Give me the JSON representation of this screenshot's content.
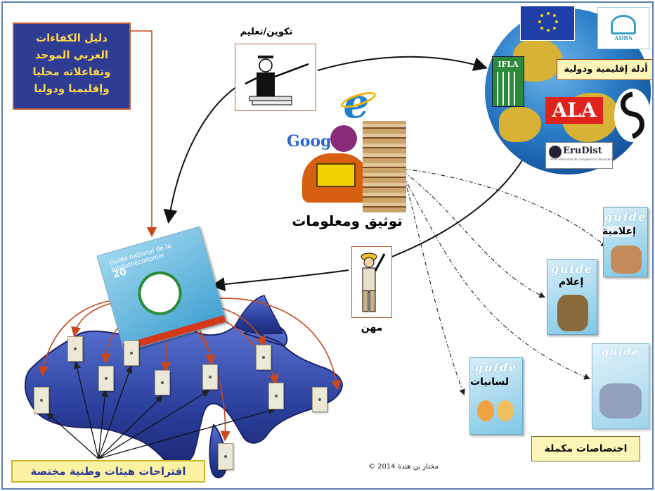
{
  "title_box": {
    "lines": [
      "دليل الكفاءات",
      "العربي الموحد",
      "وتفاعلاته محليا",
      "وإقليميا ودوليا"
    ]
  },
  "labels": {
    "training": "تكوين/تعليم",
    "regional_intl": "أدلة إقليمية ودولية",
    "documentation": "توثيق ومعلومات",
    "professions": "مهن",
    "national_proposals": "اقتراحات هيئات وطنية مختصة",
    "complementary": "اختصاصات مكملة",
    "copyright": "مختار بن هندة 2014 ©"
  },
  "guides": [
    {
      "word": "guide",
      "label": "إعلامية"
    },
    {
      "word": "guide",
      "label": "إعلام"
    },
    {
      "word": "guide",
      "label": "لسانيات"
    },
    {
      "word": "guide",
      "label": ""
    }
  ],
  "logos": {
    "ifla": "IFLA",
    "ala": "ALA",
    "erudist": "EruDist",
    "erudist_sub": "Votre référentiel de compétences documentaires",
    "adbs": "ADBS",
    "google": "Google",
    "ie": "e"
  },
  "book": {
    "cover_title": "Guide national de la bibliothéconomie",
    "cover_year": "20"
  },
  "colors": {
    "title_bg": "#2e3d93",
    "title_text": "#ffd84a",
    "arrow_red": "#c8471c",
    "map_blue": "#2b3f9c"
  }
}
